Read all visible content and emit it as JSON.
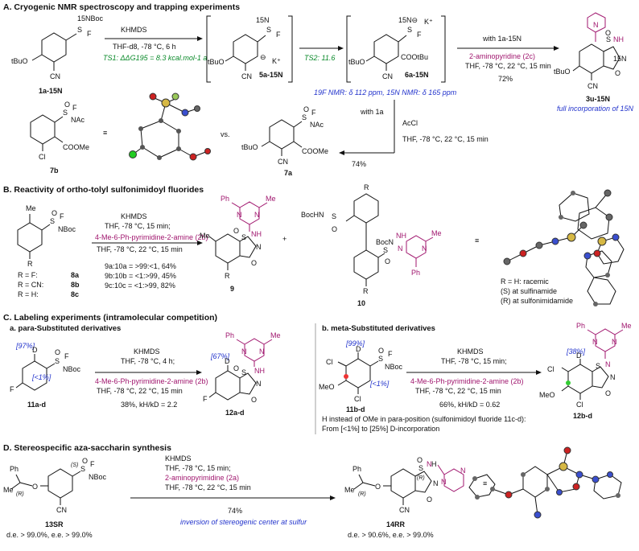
{
  "sectionA": {
    "title": "A. Cryogenic NMR spectroscopy and trapping experiments",
    "sm_label": "1a-15N",
    "cond1_l1": "KHMDS",
    "cond1_l2": "THF-d8, -78 °C, 6 h",
    "ts1": "TS1: ΔΔG195 = 8.3 kcal.mol-1 a",
    "int5": "5a-15N",
    "ts2": "TS2: 11.6",
    "int6": "6a-15N",
    "nmr": "19F NMR: δ 112 ppm, 15N NMR: δ 165 ppm",
    "with1": "with 1a-15N",
    "reagent": "2-aminopyridine (2c)",
    "cond2": "THF, -78 °C, 22 °C, 15 min",
    "yield1": "72%",
    "product": "3u-15N",
    "full": "full incorporation of 15N",
    "compare": "7b",
    "vs": "vs.",
    "with1a": "with 1a",
    "accl": "AcCl",
    "cond3": "THF, -78 °C, 22 °C, 15 min",
    "yield2": "74%",
    "prod7a": "7a"
  },
  "sectionB": {
    "title": "B. Reactivity of ortho-tolyl sulfonimidoyl fluorides",
    "r_list": [
      {
        "r": "R = F:",
        "c": "8a"
      },
      {
        "r": "R = CN:",
        "c": "8b"
      },
      {
        "r": "R = H:",
        "c": "8c"
      }
    ],
    "cond_l1": "KHMDS",
    "cond_l2": "THF, -78 °C, 15 min;",
    "reagent": "4-Me-6-Ph-pyrimidine-2-amine (2b)",
    "cond_l3": "THF, -78 °C, 22 °C, 15 min",
    "ratios": [
      "9a:10a = >99:<1, 64%",
      "9b:10b = <1:>99, 45%",
      "9c:10c = <1:>99, 82%"
    ],
    "p9": "9",
    "plus": "+",
    "p10": "10",
    "notes": [
      "R = H: racemic",
      "(S) at sulfinamide",
      "(R) at sulfonimidamide"
    ]
  },
  "sectionC": {
    "title": "C. Labeling experiments (intramolecular competition)",
    "sub_a": "a. para-Substituted derivatives",
    "sub_b": "b. meta-Substituted derivatives",
    "a_pct1": "[97%]",
    "a_pct2": "[<1%]",
    "a_sm": "11a-d",
    "a_c1": "KHMDS",
    "a_c2": "THF, -78 °C, 4 h;",
    "a_reagent": "4-Me-6-Ph-pyrimidine-2-amine (2b)",
    "a_c3": "THF, -78 °C, 22 °C, 15 min",
    "a_yield": "38%, kH/kD = 2.2",
    "a_prod_pct": "[67%]",
    "a_prod": "12a-d",
    "b_pct1": "[99%]",
    "b_pct2": "[<1%]",
    "b_sm": "11b-d",
    "b_c1": "KHMDS",
    "b_c2": "THF, -78 °C, 15 min;",
    "b_reagent": "4-Me-6-Ph-pyrimidine-2-amine (2b)",
    "b_c3": "THF, -78 °C, 22 °C, 15 min",
    "b_yield": "66%, kH/kD = 0.62",
    "b_prod_pct": "[38%]",
    "b_prod": "12b-d",
    "b_note1": "H instead of OMe in para-position (sulfonimidoyl fluoride 11c-d):",
    "b_note2": "From [<1%] to [25%] D-incorporation"
  },
  "sectionD": {
    "title": "D. Stereospecific aza-saccharin synthesis",
    "c1": "KHMDS",
    "c2": "THF, -78 °C, 15 min;",
    "reagent": "2-aminopyrimidine (2a)",
    "c3": "THF, -78 °C, 22 °C, 15 min",
    "yield": "74%",
    "inversion": "inversion of stereogenic center at sulfur",
    "sm": "13SR",
    "sm_ee": "d.e. > 99.0%, e.e. > 99.0%",
    "prod": "14RR",
    "prod_ee": "d.e. > 90.6%, e.e. > 99.0%"
  }
}
